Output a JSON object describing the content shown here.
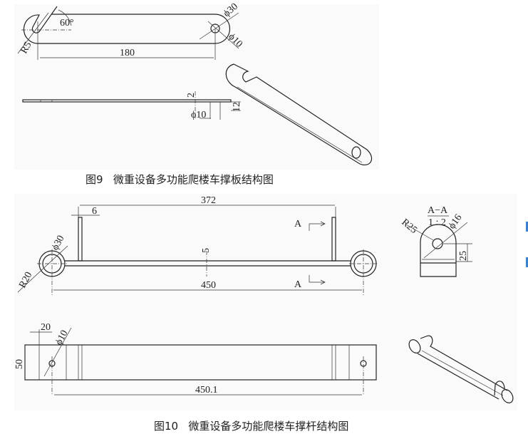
{
  "figure9": {
    "caption": "图9   微重设备多功能爬楼车撑板结构图",
    "dims": {
      "angle": "60°",
      "radius": "R5",
      "length": "180",
      "outer_dia": "ϕ30",
      "hole_dia": "ϕ10",
      "thickness": "2",
      "pin_dia": "ϕ10",
      "pin_length": "12"
    }
  },
  "figure10": {
    "caption": "图10   微重设备多功能爬楼车撑杆结构图",
    "dims": {
      "inner_span": "372",
      "plate_thickness": "6",
      "ring_dia": "ϕ30",
      "ring_radius": "R20",
      "bar_thickness": "5",
      "span": "450",
      "section_label": "A",
      "section_title": "A−A",
      "section_scale": "1 : 2",
      "section_radius": "R25",
      "section_hole": "ϕ16",
      "section_height": "25",
      "offset": "20",
      "hole_dia": "ϕ10",
      "width": "50",
      "total_span": "450.1"
    }
  }
}
